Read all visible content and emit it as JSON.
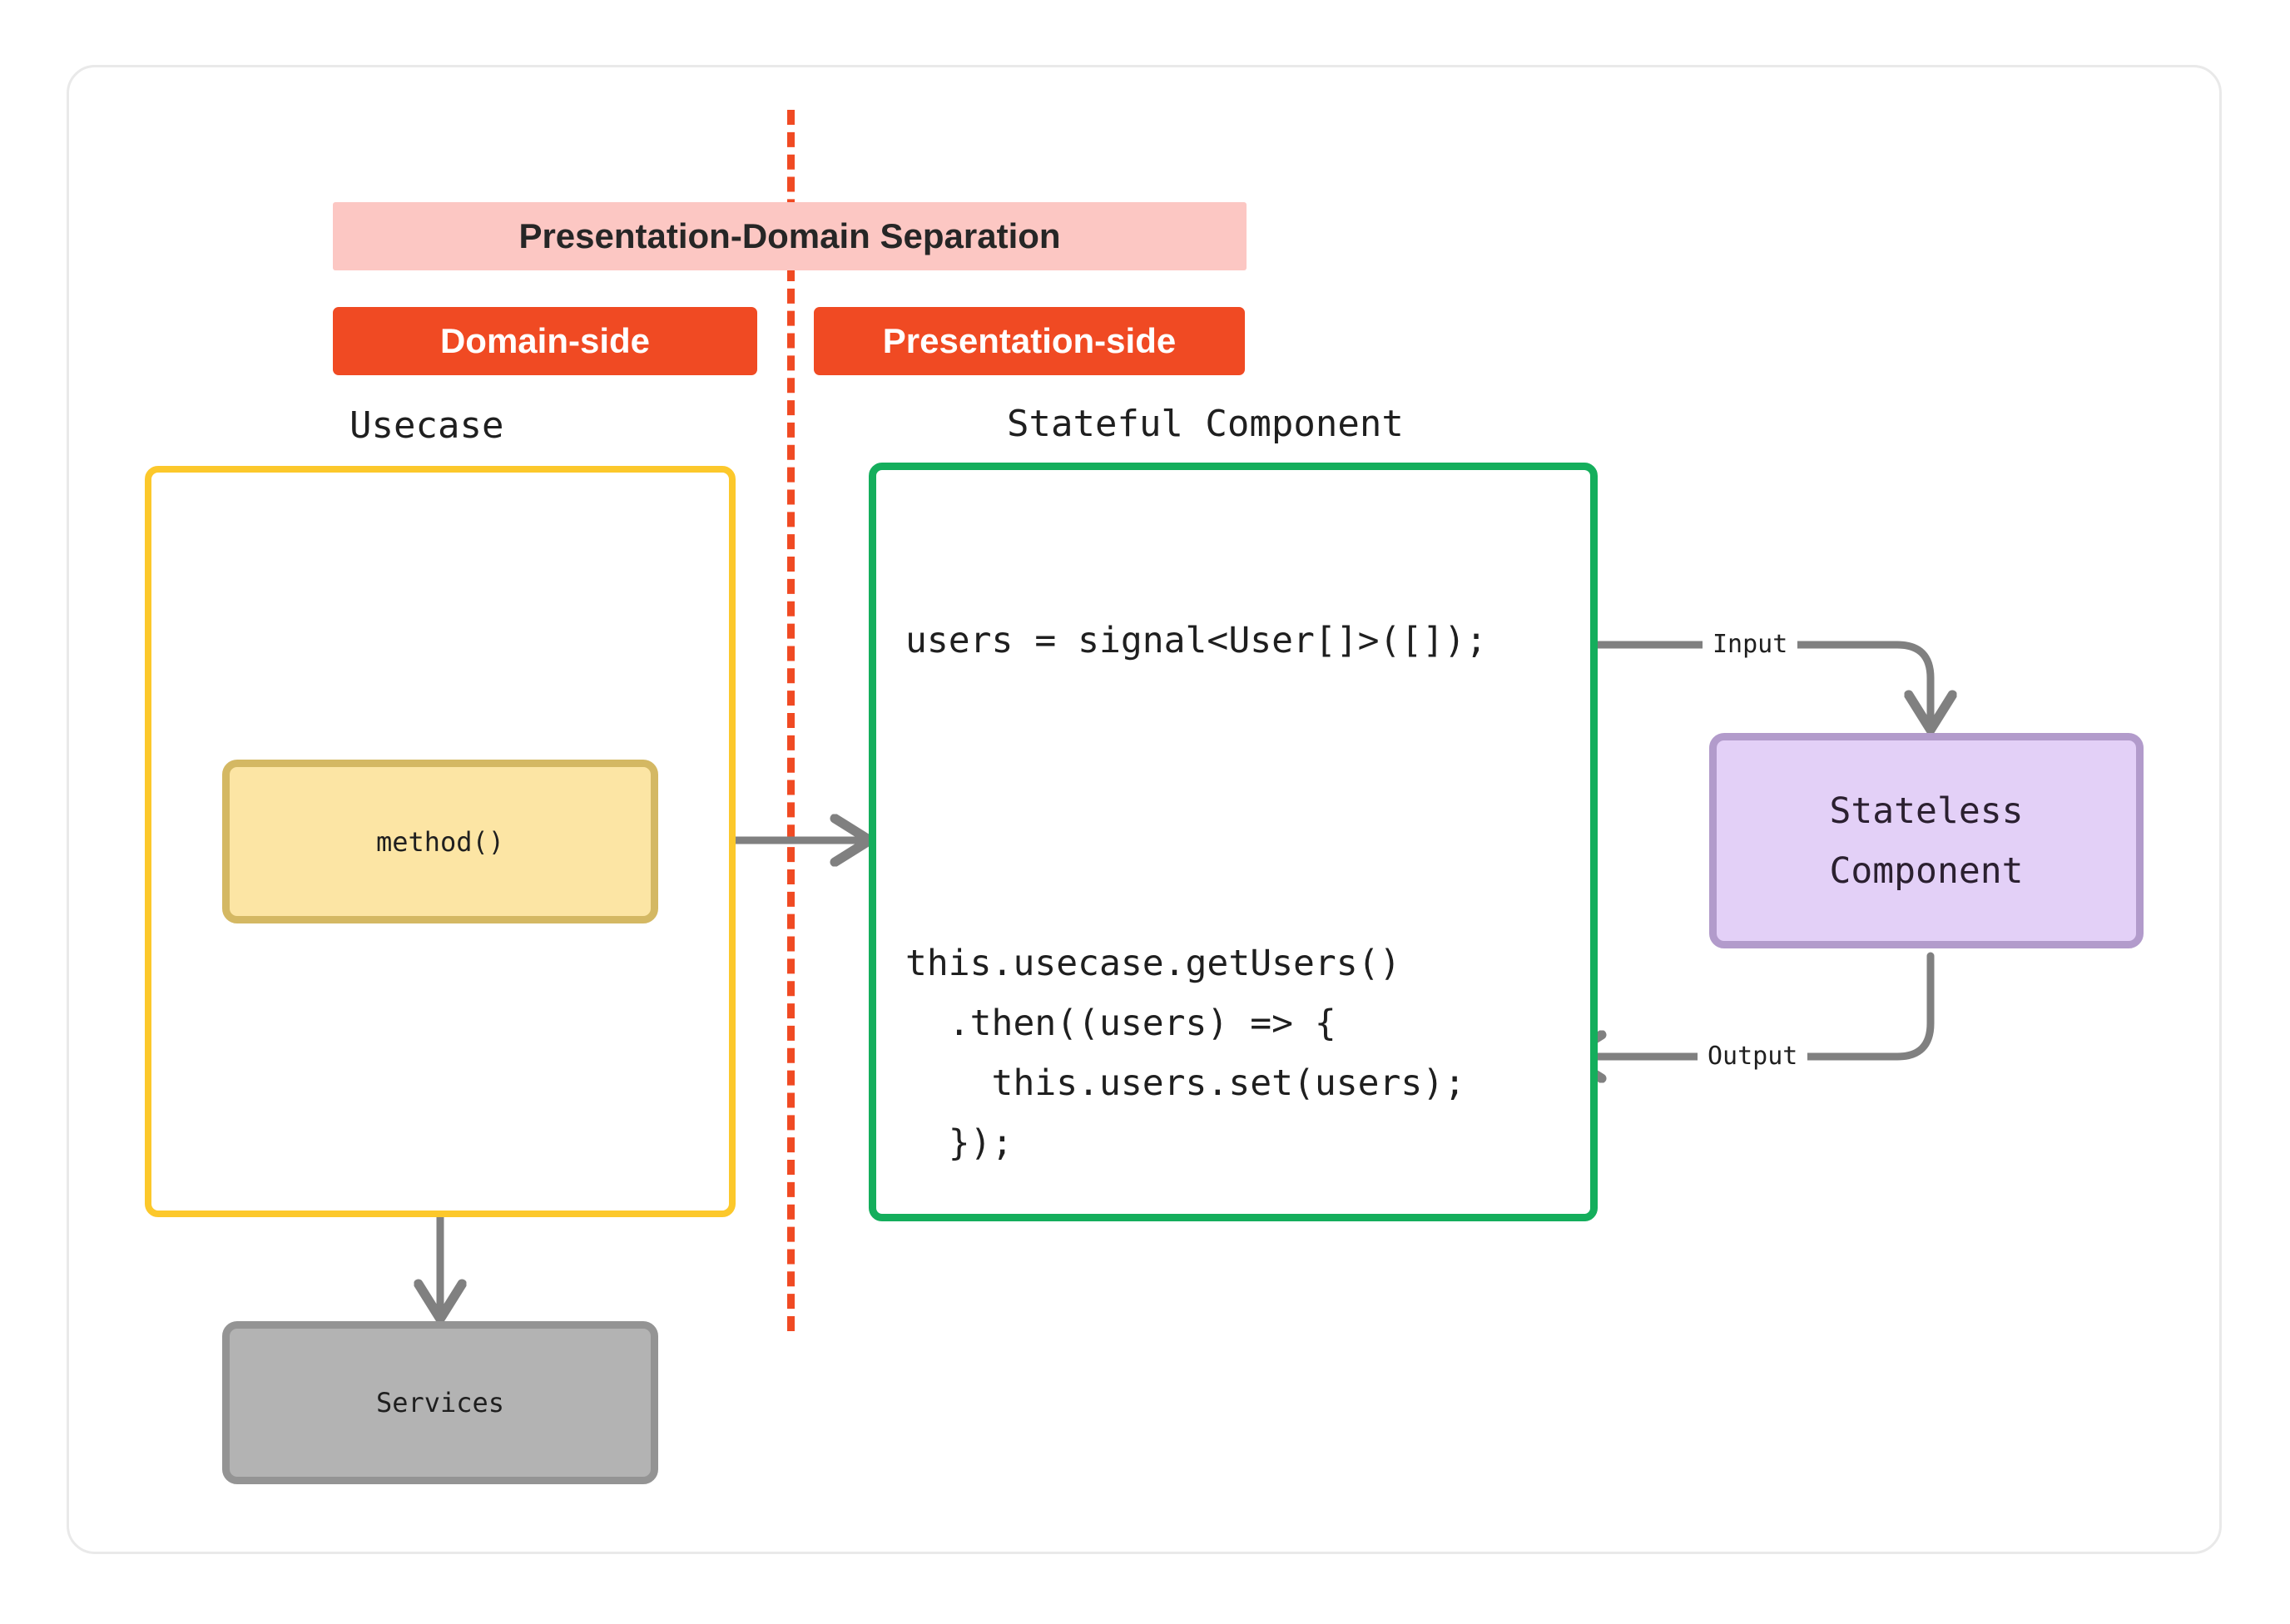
{
  "diagram": {
    "title_banner": "Presentation-Domain Separation",
    "side_banners": {
      "domain": "Domain-side",
      "presentation": "Presentation-side"
    },
    "section_labels": {
      "usecase": "Usecase",
      "stateful_component": "Stateful Component"
    },
    "nodes": {
      "method": "method()",
      "services": "Services",
      "stateless_line1": "Stateless",
      "stateless_line2": "Component"
    },
    "code": {
      "signal_declaration": "users = signal<User[]>([]);",
      "fetch_block": "this.usecase.getUsers()\n  .then((users) => {\n    this.users.set(users);\n  });"
    },
    "edge_labels": {
      "input": "Input",
      "output": "Output"
    },
    "colors": {
      "accent_orange": "#F04A23",
      "banner_pink": "#FCC7C3",
      "usecase_yellow_border": "#FCC82B",
      "method_fill": "#FCE5A4",
      "method_border": "#D4B863",
      "stateful_green": "#14AE5C",
      "stateless_fill": "#E3D0F7",
      "stateless_border": "#B29BCB",
      "services_fill": "#B3B3B3",
      "services_border": "#949494",
      "arrow_gray": "#808080",
      "card_border": "#E9E9E9",
      "text_dark": "#1F1F1F"
    }
  }
}
